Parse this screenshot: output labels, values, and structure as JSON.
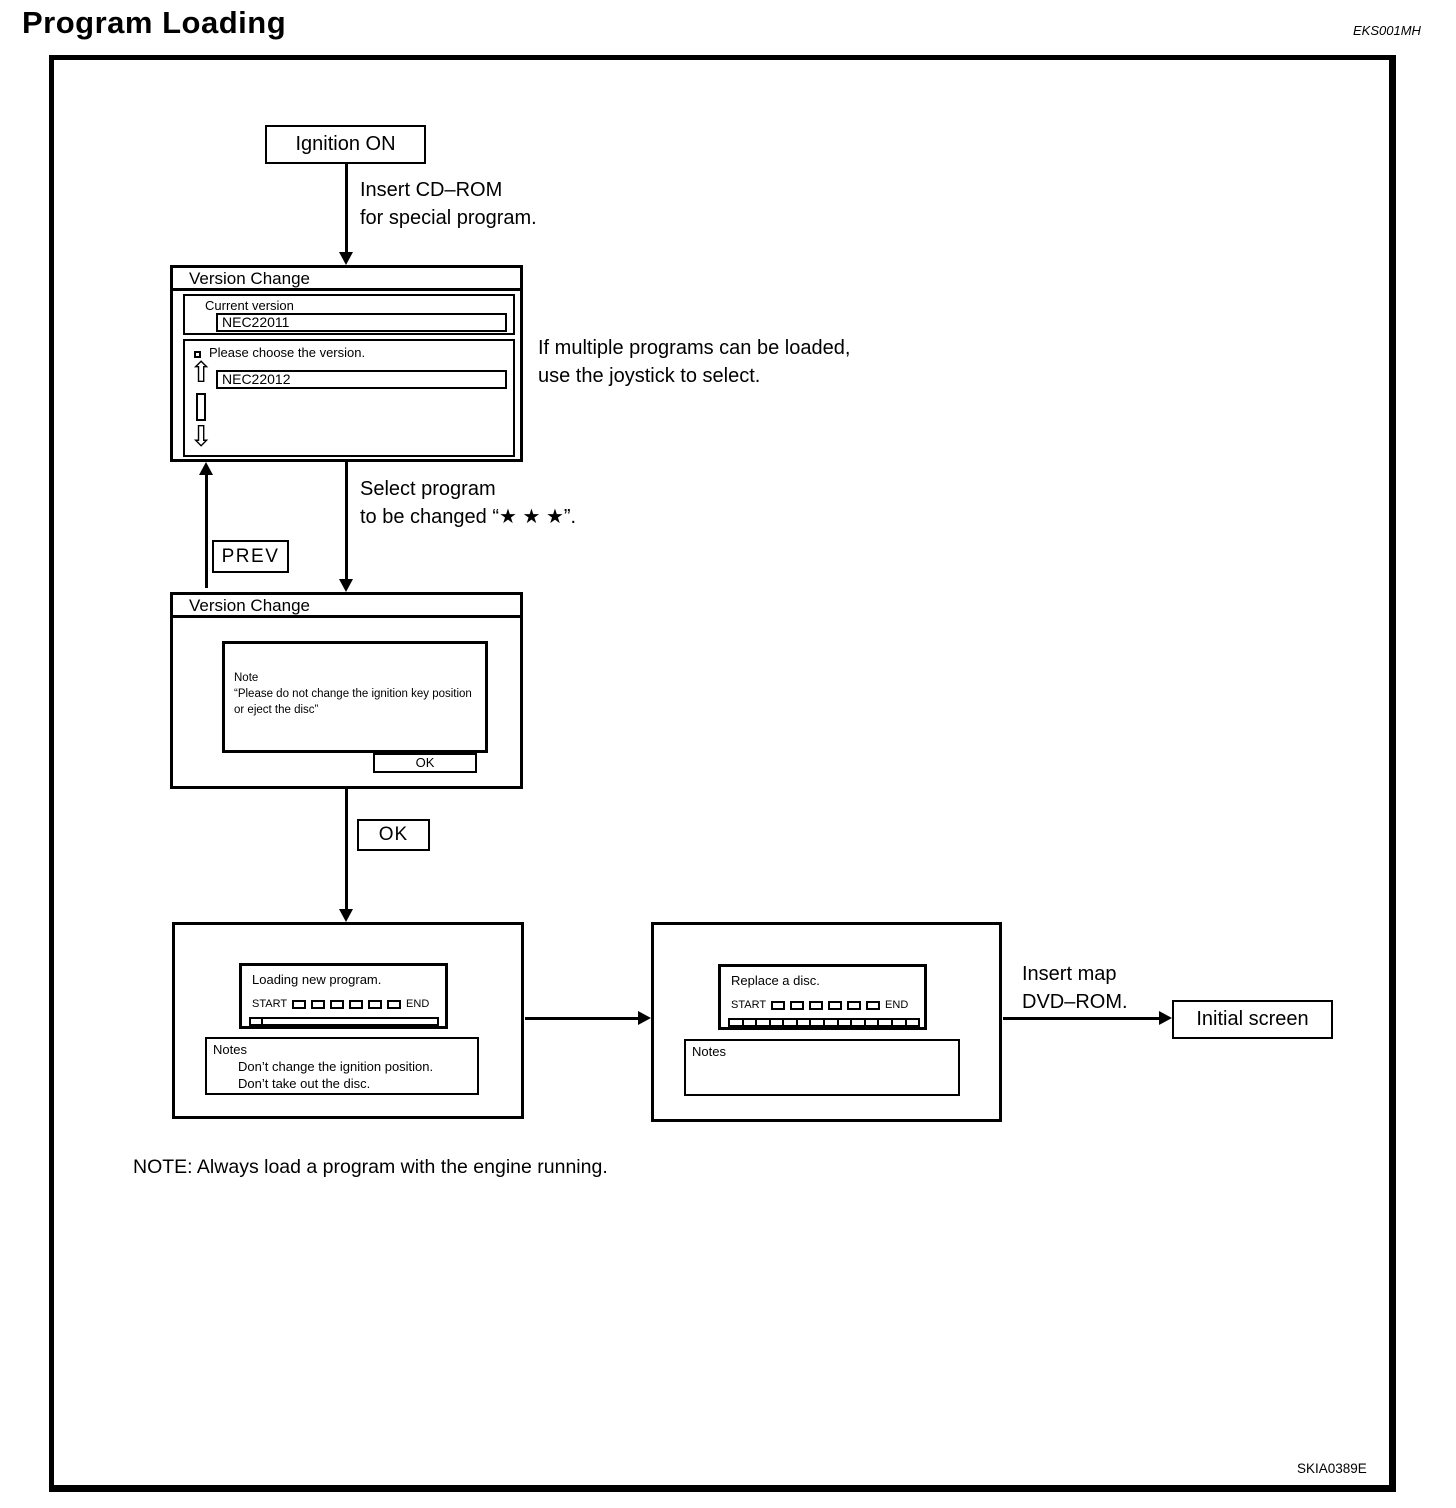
{
  "header": {
    "title": "Program Loading",
    "code": "EKS001MH"
  },
  "nodes": {
    "ignition_on": "Ignition ON",
    "prev": "PREV",
    "ok": "OK",
    "initial_screen": "Initial screen"
  },
  "annotations": {
    "insert_cdrom": {
      "line1": "Insert CD–ROM",
      "line2": "for special program."
    },
    "multiple_programs": {
      "line1": "If multiple programs can be loaded,",
      "line2": "use the joystick to select."
    },
    "select_program": {
      "line1": "Select program",
      "line2": "to be changed “★ ★ ★”."
    },
    "insert_dvd": {
      "line1": "Insert map",
      "line2": "DVD–ROM."
    },
    "engine_note": "NOTE: Always load a program with the engine running."
  },
  "screens": {
    "version_select": {
      "title": "Version Change",
      "current_version_label": "Current version",
      "current_version_value": "NEC22011",
      "choose_prompt": "Please choose the version.",
      "choose_value": "NEC22012"
    },
    "version_note": {
      "title": "Version Change",
      "note_label": "Note",
      "note_line1": "“Please do not change the ignition key position",
      "note_line2": "or eject the disc”",
      "ok": "OK"
    },
    "loading": {
      "message": "Loading new program.",
      "start": "START",
      "end": "END",
      "notes_label": "Notes",
      "note_line1": "Don’t change the ignition position.",
      "note_line2": "Don’t take out the disc."
    },
    "replace": {
      "message": "Replace a disc.",
      "start": "START",
      "end": "END",
      "notes_label": "Notes"
    }
  },
  "icons": {
    "scroll_up": "⇧",
    "scroll_down": "⇩"
  },
  "footer": {
    "figure_code": "SKIA0389E"
  },
  "colors": {
    "ink": "#000000",
    "paper": "#ffffff"
  }
}
